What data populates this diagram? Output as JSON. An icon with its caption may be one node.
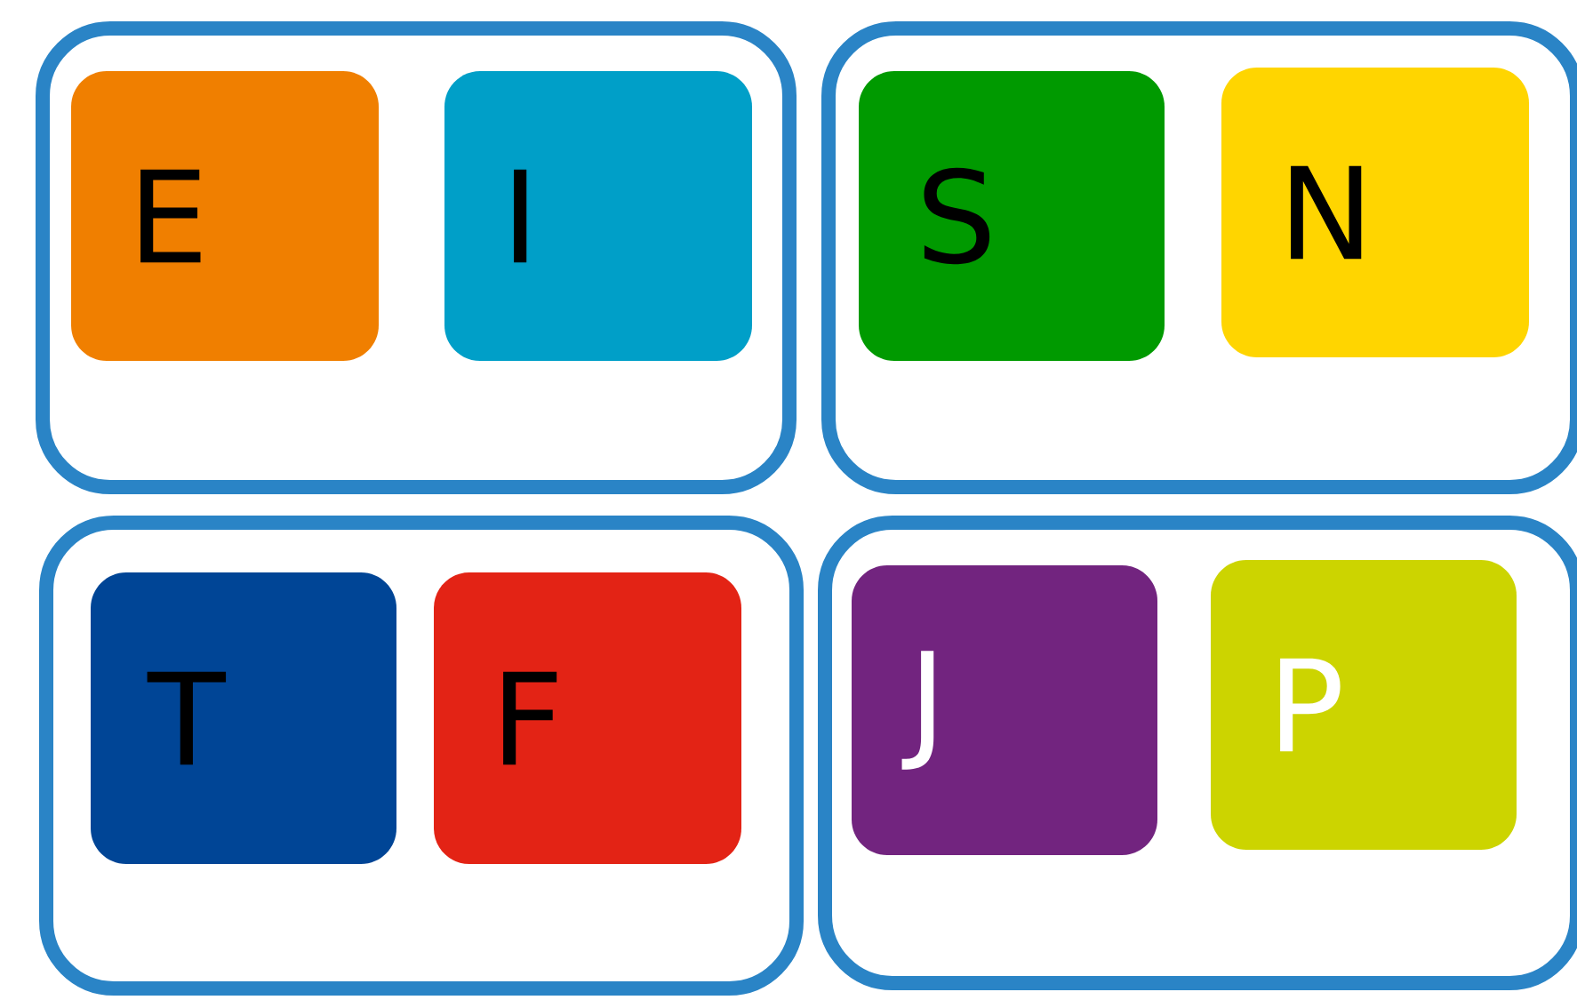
{
  "diagram": {
    "nodes": [
      {
        "text": [],
        "shape": "box"
      },
      {
        "text": [
          "E"
        ],
        "in": 0
      },
      {
        "text": [
          "I"
        ],
        "in": 0
      },
      {
        "text": [],
        "shape": "box"
      },
      {
        "text": [
          "S"
        ],
        "in": 3
      },
      {
        "text": [
          "N"
        ],
        "in": 3
      },
      {
        "text": [],
        "shape": "box"
      },
      {
        "text": [
          "T"
        ],
        "in": 6
      },
      {
        "text": [
          "F"
        ],
        "in": 6
      },
      {
        "text": [],
        "shape": "box"
      },
      {
        "text": [
          "J"
        ],
        "in": 9
      },
      {
        "text": [
          "P"
        ],
        "in": 9
      }
    ]
  }
}
